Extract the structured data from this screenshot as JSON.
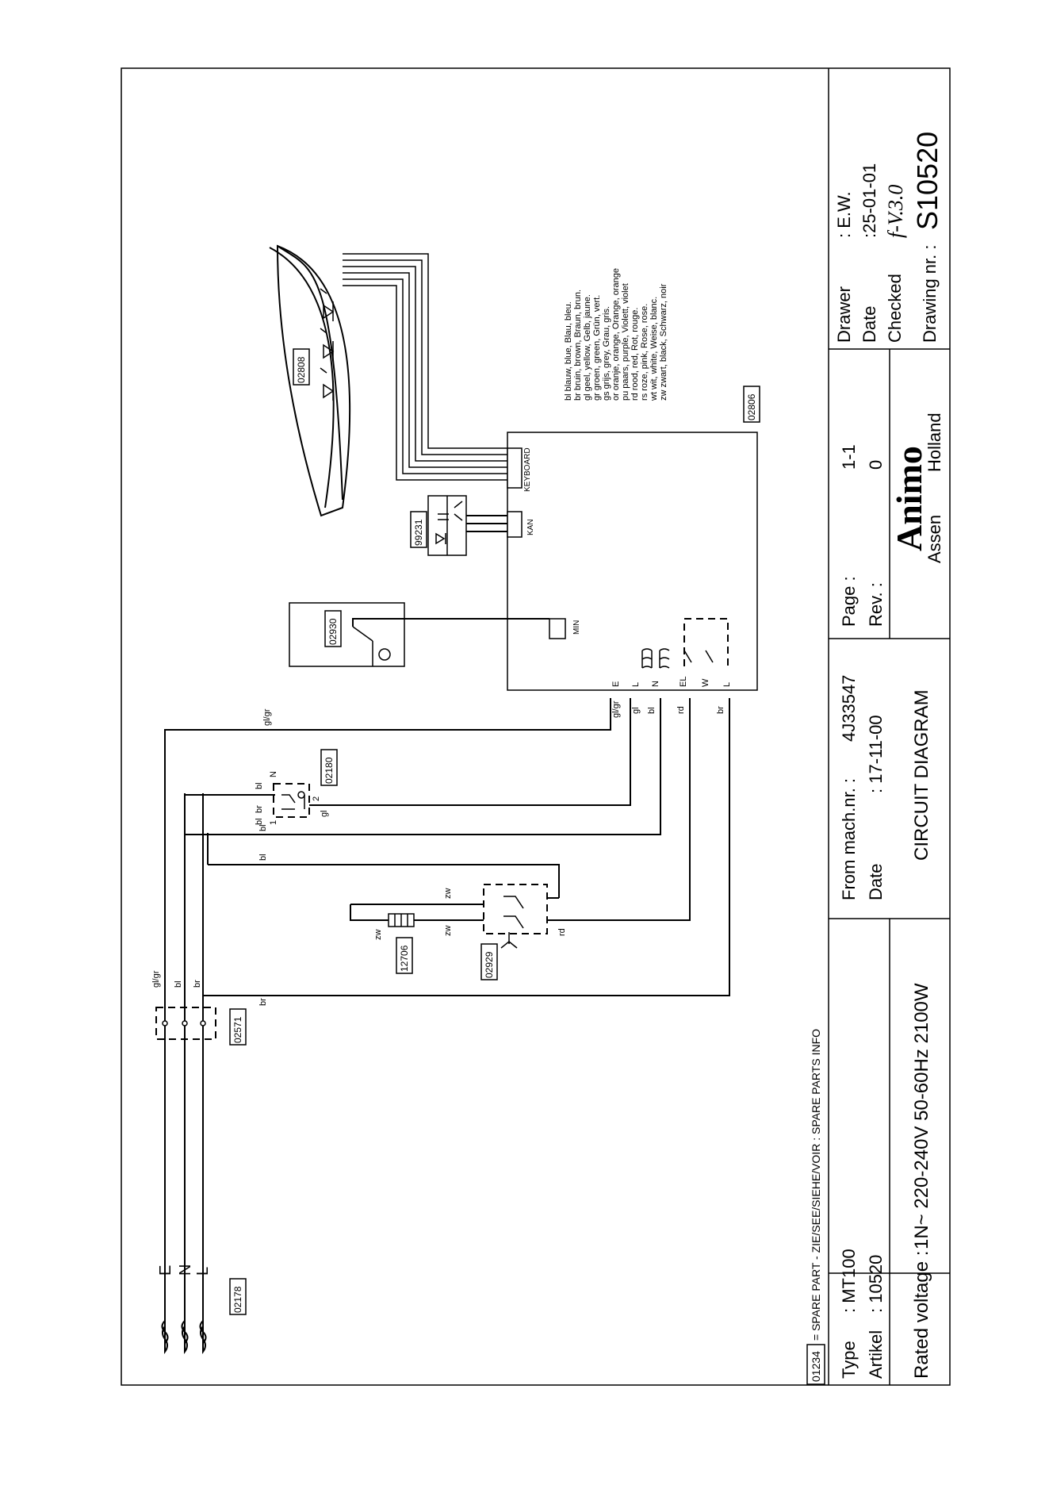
{
  "legend_spare": {
    "code": "01234",
    "text": "= SPARE PART - ZIE/SEE/SIEHE/VOIR : SPARE PARTS INFO"
  },
  "supply_terminals": {
    "e": "E",
    "n": "N",
    "l": "L"
  },
  "spare_parts": {
    "p02178": "02178",
    "p02571": "02571",
    "p12706": "12706",
    "p02929": "02929",
    "p02180": "02180",
    "p02930": "02930",
    "p99231": "99231",
    "p02806": "02806",
    "p02808": "02808"
  },
  "wire_labels": {
    "glgr": "gl/gr",
    "bl": "bl",
    "br": "br",
    "zw": "zw",
    "rd": "rd",
    "gl": "gl"
  },
  "switch_pins": {
    "n": "N",
    "one": "1",
    "two": "2"
  },
  "board": {
    "pins": [
      "E",
      "L",
      "N",
      "EL",
      "W",
      "L"
    ],
    "connectors": {
      "min": "MIN",
      "kan": "KAN",
      "keyboard": "KEYBOARD"
    }
  },
  "color_legend": [
    "bl  blauw, blue, Blau, bleu.",
    "br  bruin, brown, Braun, brun.",
    "gl  geel, yellow, Gelb, jaune.",
    "gr  groen, green, Grün, vert.",
    "gs  grijs, grey, Grau, gris.",
    "or  oranje, orange, Orange, orange",
    "pu  paars, purple, Violett, violet",
    "rd  rood, red, Rot, rouge.",
    "rs  roze, pink, Rose, rose.",
    "wt  wit, white, Weise, blanc.",
    "zw  zwart, black, Schwarz, noir"
  ],
  "title_block": {
    "type_label": "Type",
    "type_value": ":  MT100",
    "artikel_label": "Artikel",
    "artikel_value": ":  10520",
    "rated_label": "Rated voltage :",
    "rated_value": "1N~ 220-240V 50-60Hz 2100W",
    "from_label": "From mach.nr. :",
    "from_value": "4J33547",
    "date_label": "Date",
    "date_value": ":    17-11-00",
    "title": "CIRCUIT DIAGRAM",
    "page_label": "Page   :",
    "page_value": "1-1",
    "rev_label": "Rev.    :",
    "rev_value": "0",
    "brand": "Animo",
    "city": "Assen",
    "country": "Holland",
    "drawer_label": "Drawer",
    "drawer_value": ": E.W.",
    "date2_label": "Date",
    "date2_value": ":25-01-01",
    "checked_label": "Checked",
    "checked_value": "f-V.3.0",
    "drawing_label": "Drawing nr. :",
    "drawing_value": "S10520"
  }
}
